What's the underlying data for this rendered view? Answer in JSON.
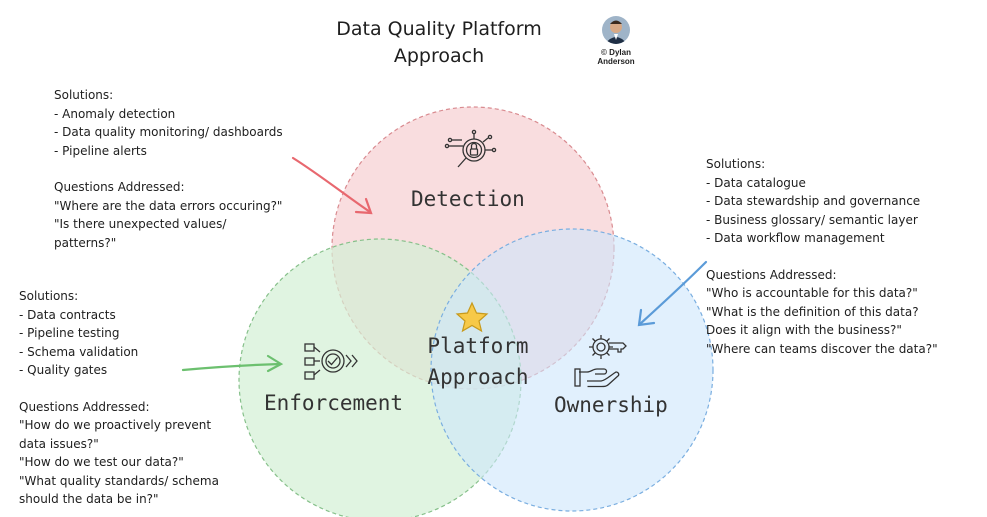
{
  "title": {
    "line1": "Data Quality Platform",
    "line2": "Approach"
  },
  "credit": {
    "line1": "© Dylan",
    "line2": "Anderson"
  },
  "circles": {
    "detection": {
      "label": "Detection",
      "fill": "#f8d7d9",
      "stroke": "#d98b90"
    },
    "enforcement": {
      "label": "Enforcement",
      "fill": "#d3efd4",
      "stroke": "#86c08a"
    },
    "ownership": {
      "label": "Ownership",
      "fill": "#cde6fb",
      "stroke": "#7aaee0"
    }
  },
  "center": {
    "line1": "Platform",
    "line2": "Approach",
    "star_color": "#f7c948"
  },
  "detection_notes": {
    "solutions_heading": "Solutions:",
    "solutions": [
      "- Anomaly detection",
      "- Data quality monitoring/ dashboards",
      "- Pipeline alerts"
    ],
    "questions_heading": "Questions Addressed:",
    "questions": [
      "\"Where are the data errors occuring?\"",
      "\"Is there unexpected values/",
      "patterns?\""
    ]
  },
  "enforcement_notes": {
    "solutions_heading": "Solutions:",
    "solutions": [
      "- Data contracts",
      "- Pipeline testing",
      "- Schema validation",
      "- Quality gates"
    ],
    "questions_heading": "Questions Addressed:",
    "questions": [
      "\"How do we proactively prevent",
      "data issues?\"",
      "\"How do we test our data?\"",
      "\"What quality standards/ schema",
      "should the data be in?\""
    ]
  },
  "ownership_notes": {
    "solutions_heading": "Solutions:",
    "solutions": [
      "- Data catalogue",
      "- Data stewardship and governance",
      "- Business glossary/ semantic layer",
      "- Data workflow management"
    ],
    "questions_heading": "Questions Addressed:",
    "questions": [
      "\"Who is accountable for this data?\"",
      "\"What is the definition of this data?",
      "Does it align with the business?\"",
      "\"Where can teams discover the data?\""
    ]
  },
  "arrows": {
    "detection_color": "#e8686f",
    "enforcement_color": "#6cc06f",
    "ownership_color": "#5b9bd8"
  },
  "icons": {
    "detection": "magnifier-lock-icon",
    "enforcement": "process-check-icon",
    "ownership": "hand-gear-icon"
  }
}
